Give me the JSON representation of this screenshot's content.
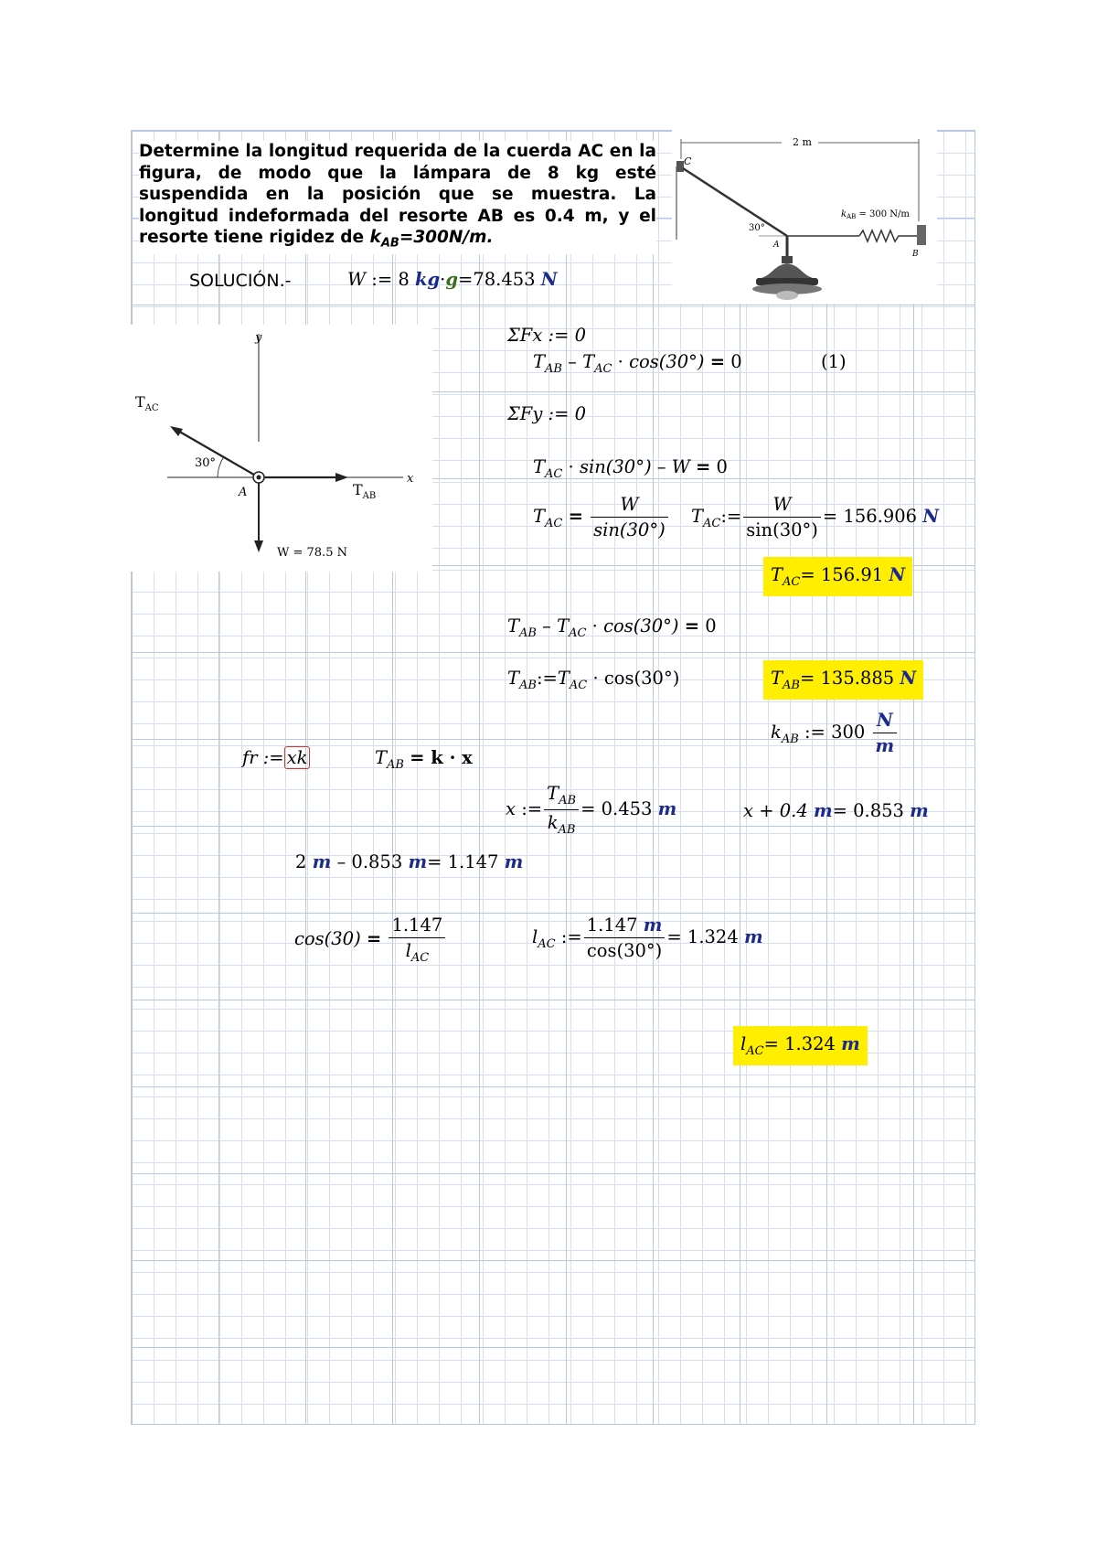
{
  "problem": {
    "text_a": "Determine la longitud requerida de la cuerda AC en la figura, de modo que la lámpara de 8 kg esté suspendida en la posición que se muestra. La longitud indeformada del resorte AB es 0.4 m, y el resorte tiene rigidez de ",
    "text_k": "k",
    "text_k_sub": "AB",
    "text_b": "=300N/m."
  },
  "figure_top": {
    "dim": "2 m",
    "point_c": "C",
    "point_a": "A",
    "point_b": "B",
    "angle": "30°",
    "spring_label": "k",
    "spring_label_sub": "AB",
    "spring_value": " = 300 N/m"
  },
  "solution_label": "SOLUCIÓN.-",
  "eq_w": {
    "lhs": "W",
    "assign": ":=",
    "v1": "8",
    "kg": "kg",
    "dot": "·",
    "g": "g",
    "eq": "=",
    "result": "78.453",
    "unit": "N"
  },
  "fbd": {
    "t_ac": "T",
    "t_ac_sub": "AC",
    "t_ab": "T",
    "t_ab_sub": "AB",
    "x": "x",
    "y": "y",
    "a": "A",
    "angle": "30°",
    "w": "W = 78.5 N"
  },
  "eqs": {
    "sum_fx": "ΣFx := 0",
    "eq1_tag": "(1)",
    "sum_fy": "ΣFy := 0",
    "cos30": "cos(30°)",
    "sin30": "sin(30°)",
    "cos30_up": "cos(30°)",
    "sin30_up": "sin(30°)",
    "tac_val": "= 156.906",
    "tac_box": "= 156.91",
    "tab_box": "= 135.885",
    "k_val": ":= 300",
    "x_val": "= 0.453",
    "x_plus": "x + 0.4",
    "x_total": "= 0.853",
    "diff_a": "2",
    "diff_b": "– 0.853",
    "diff_c": "= 1.147",
    "cos30_plain": "cos(30)",
    "num_1147": "1.147",
    "lac_val": "= 1.324",
    "lac_box": "= 1.324",
    "fr": "fr :=",
    "xk": "xk",
    "tab_kx": "= k · x",
    "unit_N": "N",
    "unit_m": "m"
  }
}
